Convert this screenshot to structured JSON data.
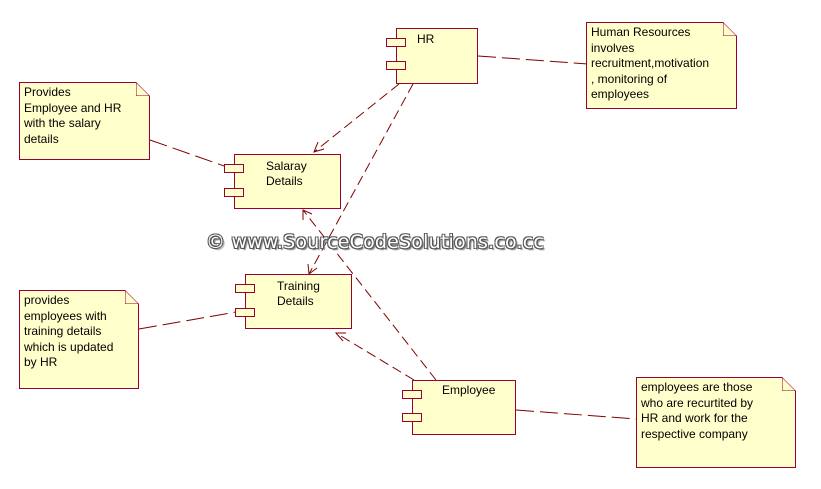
{
  "components": {
    "hr": {
      "label": "HR"
    },
    "salary": {
      "label": "Salaray\nDetails"
    },
    "training": {
      "label": "Training\nDetails"
    },
    "employee": {
      "label": "Employee"
    }
  },
  "notes": {
    "hr_note": "Human Resources\ninvolves\nrecruitment,motivation\n, monitoring of\nemployees",
    "salary_note": "Provides\nEmployee and HR\nwith the salary\ndetails",
    "training_note": "provides\nemployees with\ntraining details\nwhich is updated\nby HR",
    "employee_note": "employees are those\nwho are recurtited by\nHR and work for the\nrespective company"
  },
  "watermark": "© www.SourceCodeSolutions.co.cc",
  "colors": {
    "fill": "#ffffcc",
    "stroke": "#990033",
    "line": "#800000"
  }
}
